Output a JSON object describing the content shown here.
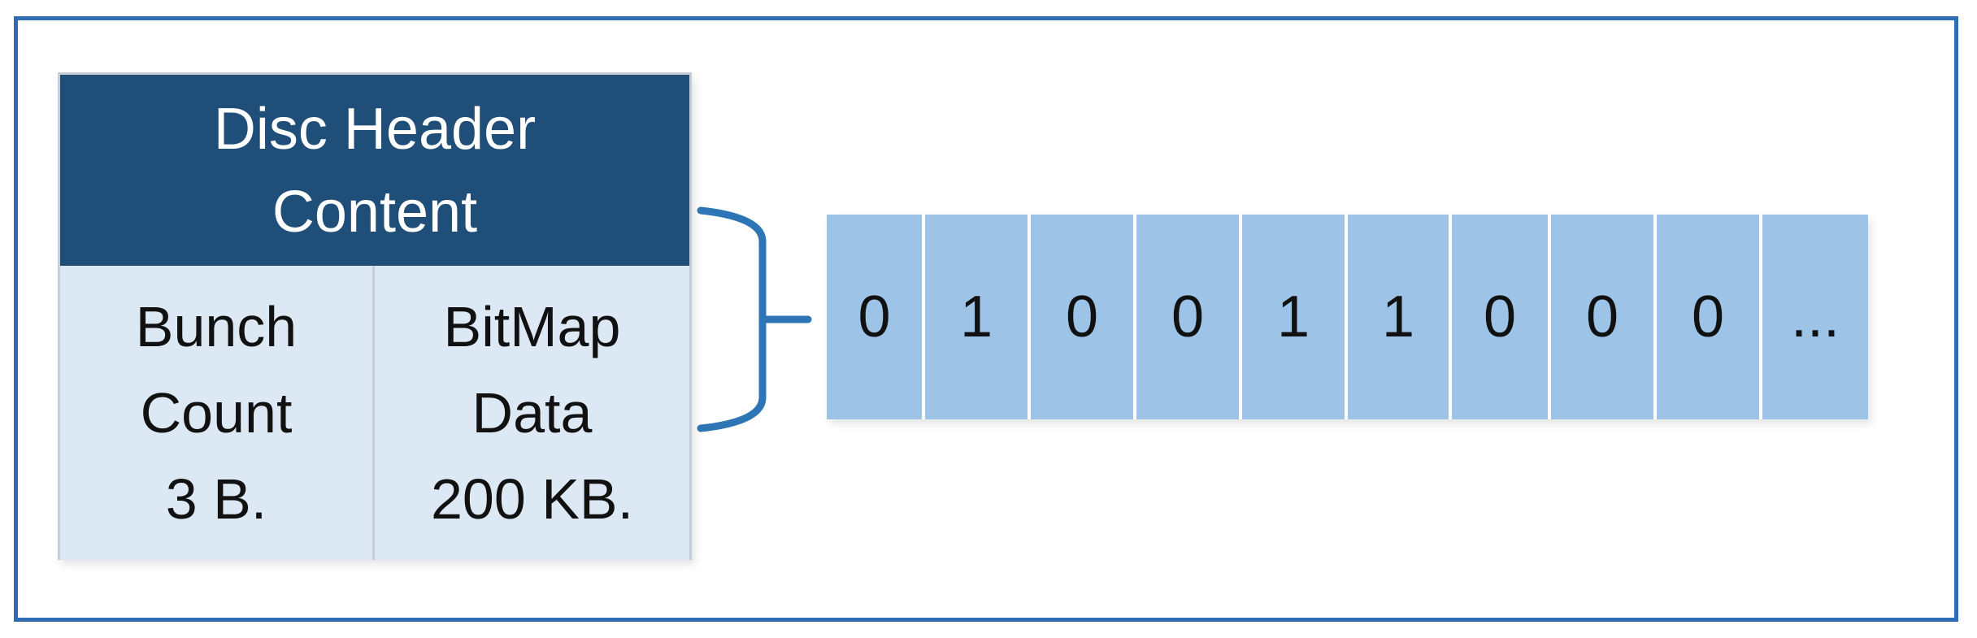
{
  "header": {
    "title_line1": "Disc Header",
    "title_line2": "Content"
  },
  "fields": [
    {
      "name": "Bunch\nCount\n3 B."
    },
    {
      "name": "BitMap\nData\n200 KB."
    }
  ],
  "bits": [
    "0",
    "1",
    "0",
    "0",
    "1",
    "1",
    "0",
    "0",
    "0",
    "..."
  ],
  "colors": {
    "frame": "#2e6db3",
    "header_bg": "#1f4e79",
    "field_bg": "#dde8f5",
    "bit_bg": "#9dc3e6",
    "brace": "#2e75b6"
  }
}
